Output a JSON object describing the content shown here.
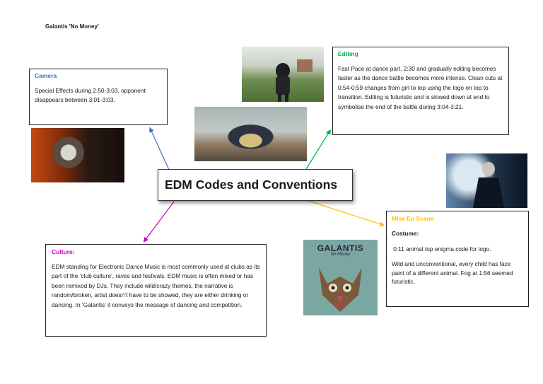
{
  "document": {
    "title": "Galantis 'No Money'"
  },
  "center": {
    "title": "EDM Codes and Conventions"
  },
  "colors": {
    "camera": "#4472c4",
    "editing": "#00b050",
    "culture": "#cc00cc",
    "mise": "#ffc000"
  },
  "camera": {
    "heading": "Camera",
    "text": "Special Effects during 2:50-3:03, opponent disappears between 3:01-3:03."
  },
  "editing": {
    "heading": "Editing",
    "text": "Fast Pace at dance part, 2:30 and gradually editing becomes faster as the dance battle becomes more intense. Clean cuts at 0:54-0:59 changes from girl to top using the logo on top to transition. Editing is futuristic and is slowed down at end to symbolise the end of the battle during 3:04-3:21."
  },
  "culture": {
    "heading": "Culture:",
    "text": "EDM standing for Electronic Dance Music is most commonly used at clubs as its part of the ‘club culture’, raves and festivals. EDM music is often mixed or has been remixed by DJs. They include wild/crazy themes, the narrative is random/broken, artist doesn’t have to be showed, they are either drinking or dancing. In ‘Galantis’ it conveys the message of dancing and competition."
  },
  "mise": {
    "heading": "Mise En Scene",
    "subheading": "Costume:",
    "line1": " 0:11 animal top enigma code for logo.",
    "line2": "Wild and unconventional, every child has face paint of a different animal. Fog at 1:56 seemed futuristic."
  },
  "album": {
    "artist": "GALANTIS",
    "title": "No Money"
  }
}
